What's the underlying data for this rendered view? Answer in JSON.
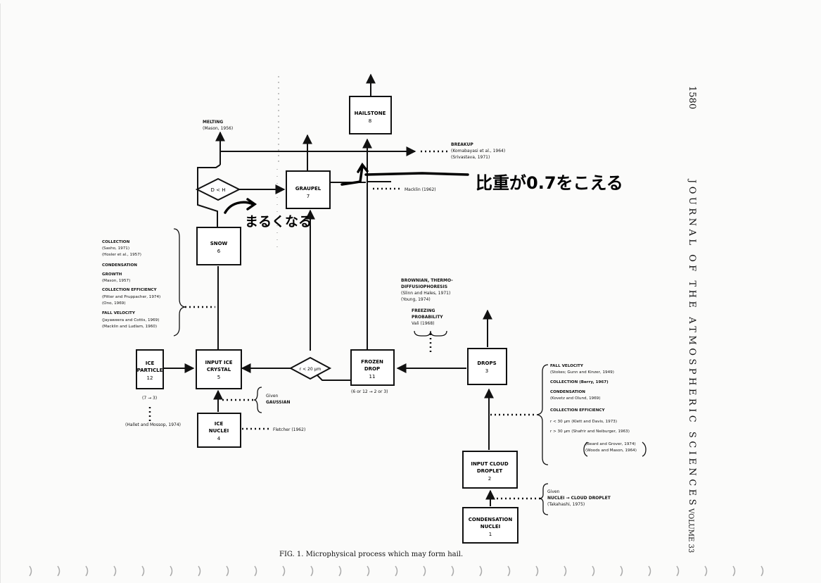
{
  "header": {
    "page_number": "1580",
    "journal": "JOURNAL OF THE ATMOSPHERIC SCIENCES",
    "volume": "VOLUME 33"
  },
  "caption": "FIG. 1. Microphysical process which may form hail.",
  "nodes": {
    "hailstone": {
      "name": "HAILSTONE",
      "num": "8"
    },
    "graupel": {
      "name": "GRAUPEL",
      "num": "7"
    },
    "snow": {
      "name": "SNOW",
      "num": "6"
    },
    "input_ice": {
      "line1": "INPUT ICE",
      "line2": "CRYSTAL",
      "num": "5"
    },
    "ice_particle": {
      "line1": "ICE",
      "line2": "PARTICLE",
      "num": "12"
    },
    "ice_nuclei": {
      "line1": "ICE",
      "line2": "NUCLEI",
      "num": "4"
    },
    "frozen_drop": {
      "line1": "FROZEN",
      "line2": "DROP",
      "num": "11"
    },
    "drops": {
      "name": "DROPS",
      "num": "3"
    },
    "input_cloud": {
      "line1": "INPUT CLOUD",
      "line2": "DROPLET",
      "num": "2"
    },
    "condensation_nuclei": {
      "line1": "CONDENSATION",
      "line2": "NUCLEI",
      "num": "1"
    }
  },
  "diamonds": {
    "dh": "D < H",
    "r20": "r < 20 μm"
  },
  "labels": {
    "melting": "MELTING",
    "melting_ref": "(Mason, 1956)",
    "breakup": "BREAKUP",
    "breakup_ref1": "(Komabayasi et al., 1964)",
    "breakup_ref2": "(Srivastava, 1971)",
    "macklin": "Macklin (1962)",
    "fletcher": "Fletcher (1962)",
    "given_gaussian1": "Given",
    "given_gaussian2": "GAUSSIAN",
    "hallet": "(Hallet and Mossop, 1974)",
    "seven_three": "(7 → 3)",
    "frozen_sub": "(6 or 12 → 2 or 3)",
    "given_nuclei1": "Given",
    "given_nuclei2": "NUCLEI → CLOUD DROPLET",
    "given_nuclei3": "(Takahashi, 1975)",
    "brownian1": "BROWNIAN, THERMO-",
    "brownian2": "DIFFUSIOPHORESIS",
    "brownian3": "(Slinn and Hales, 1971)",
    "brownian4": "(Young, 1974)",
    "freezing1": "FREEZING",
    "freezing2": "PROBABILITY",
    "freezing3": "Vali (1968)"
  },
  "left_list": [
    "COLLECTION",
    "(Sasho, 1971)",
    "(Hosler et al., 1957)",
    "CONDENSATION",
    "GROWTH",
    "(Mason, 1957)",
    "COLLECTION EFFICIENCY",
    "(Pitter and Pruppacher, 1974)",
    "(Ono, 1969)",
    "FALL VELOCITY",
    "(Jayaweera and Cottis, 1969)",
    "(Macklin and Ludlam, 1960)"
  ],
  "right_list": [
    "FALL VELOCITY",
    "(Stokes; Gunn and Kinzer, 1949)",
    "COLLECTION (Berry, 1967)",
    "CONDENSATION",
    "(Kovetz and Olund, 1969)",
    "COLLECTION EFFICIENCY",
    "r < 30 μm   (Klett and Davis, 1973)",
    "r > 30 μm   (Shafrir and Neiburger, 1963)",
    "(Beard and Grover, 1974)",
    "(Woods and Mason, 1964)"
  ],
  "handwriting": {
    "snow_note": "まるくなる",
    "graupel_note": "比重が0.7をこえる"
  }
}
